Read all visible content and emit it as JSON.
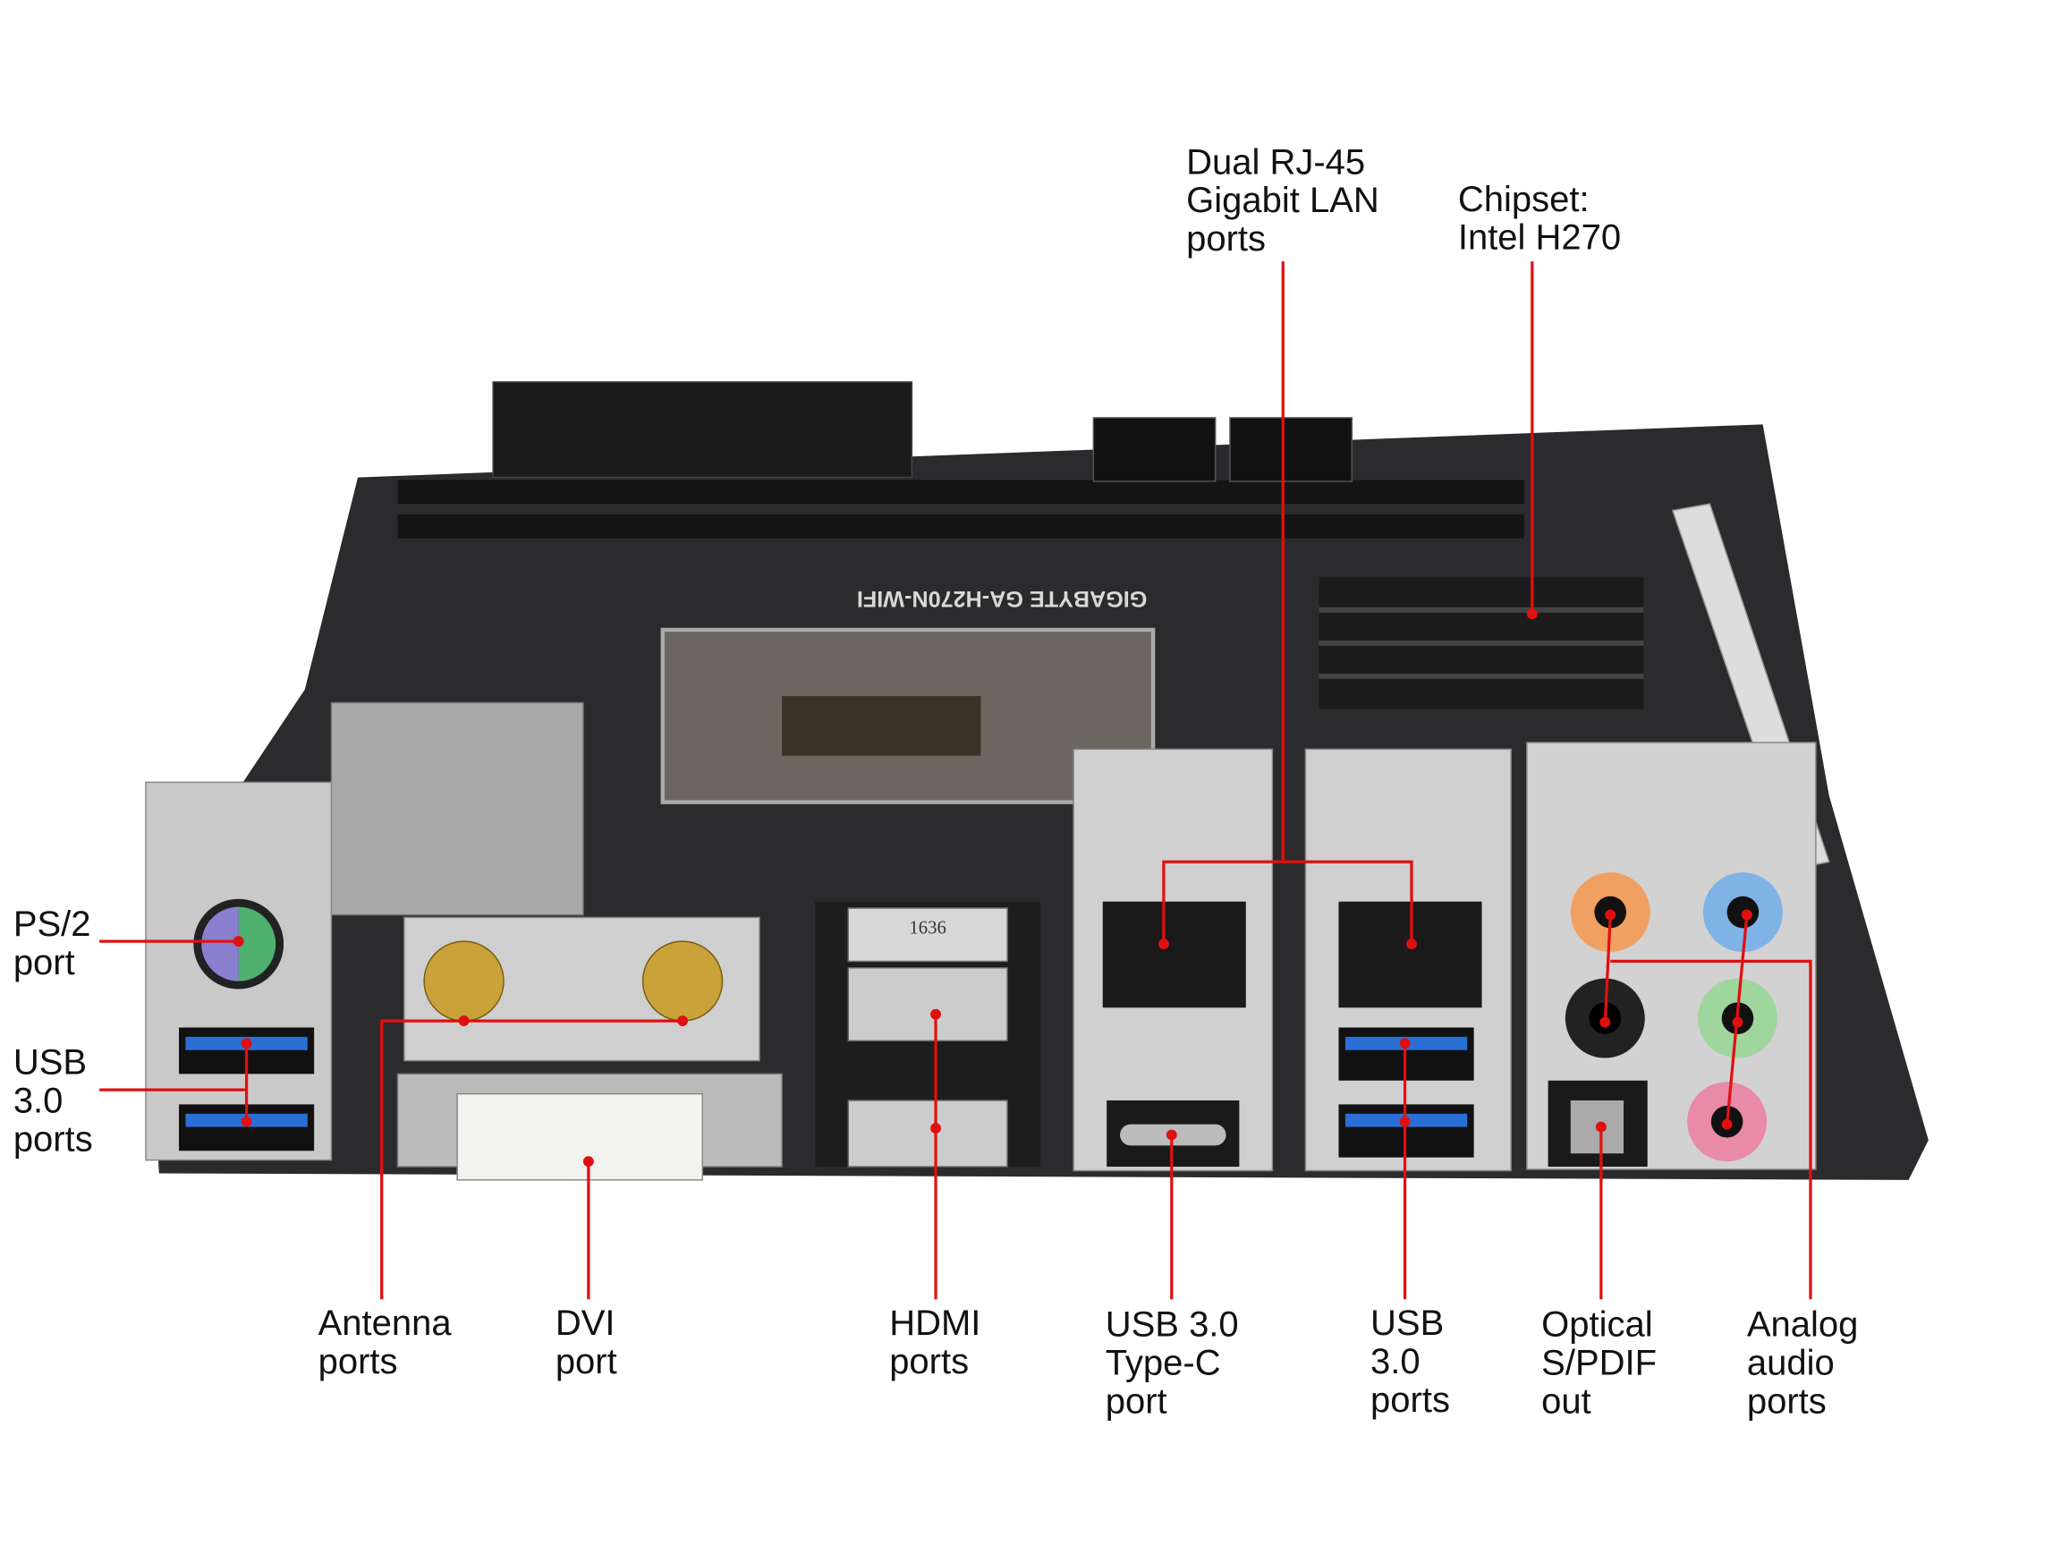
{
  "labels": {
    "lan": [
      "Dual RJ-45",
      "Gigabit LAN",
      "ports"
    ],
    "chipset": [
      "Chipset:",
      "Intel H270"
    ],
    "ps2": [
      "PS/2",
      "port"
    ],
    "usb_left": [
      "USB",
      "3.0",
      "ports"
    ],
    "antenna": [
      "Antenna",
      "ports"
    ],
    "dvi": [
      "DVI",
      "port"
    ],
    "hdmi": [
      "HDMI",
      "ports"
    ],
    "typec": [
      "USB 3.0",
      "Type-C",
      "port"
    ],
    "usb_right": [
      "USB",
      "3.0",
      "ports"
    ],
    "optical": [
      "Optical",
      "S/PDIF",
      "out"
    ],
    "audio": [
      "Analog",
      "audio",
      "ports"
    ]
  },
  "photo_text": {
    "board_model": "GIGABYTE GA-H270N-WIFI",
    "hdmi_stamp": "1636"
  },
  "colors": {
    "callout": "#e01010",
    "board": "#2a2a2c",
    "usb_blue": "#2a6fd6"
  }
}
